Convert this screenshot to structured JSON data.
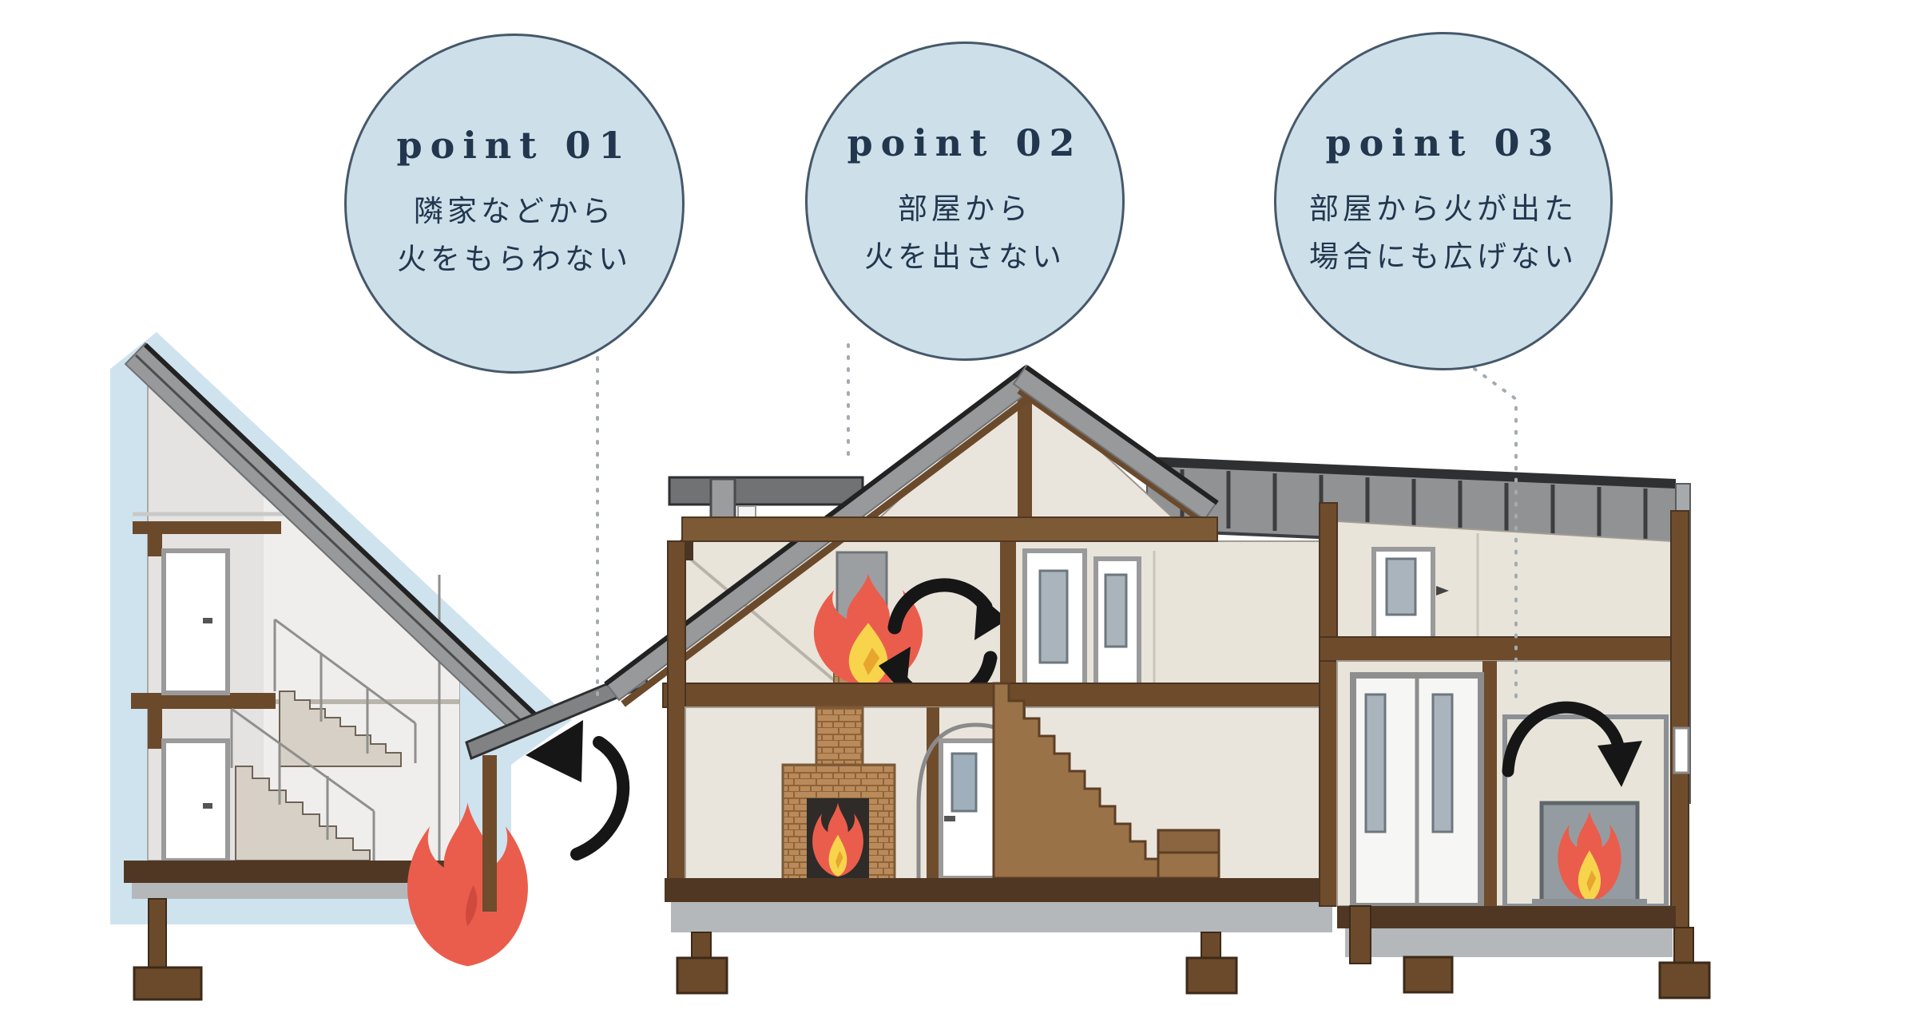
{
  "points": [
    {
      "label": "point 01",
      "line1": "隣家などから",
      "line2": "火をもらわない"
    },
    {
      "label": "point 02",
      "line1": "部屋から",
      "line2": "火を出さない"
    },
    {
      "label": "point 03",
      "line1": "部屋から火が出た",
      "line2": "場合にも広げない"
    }
  ],
  "icons": {
    "fire": "fire-icon",
    "blocked_arrow": "blocked-fire-arrow-icon",
    "circulation_arrows": "circulation-arrows-icon",
    "containment_arrow": "containment-arrow-icon",
    "leader": "dotted-leader-line"
  },
  "colors": {
    "circle_fill": "#cde0ea",
    "circle_border": "#46586a",
    "text": "#22374e",
    "shell_blue": "#cfe3ef",
    "fire_red": "#ea5d4c",
    "fire_yellow": "#f7d44c",
    "roof_gray": "#97999b",
    "wood_brown": "#7d5a36",
    "wood_dark": "#503723",
    "wall_beige": "#eae5dc",
    "wall_gray": "#e4e3e1",
    "brick": "#b98a5c",
    "foundation_gray": "#b4b8ba",
    "arrow_black": "#161616"
  }
}
